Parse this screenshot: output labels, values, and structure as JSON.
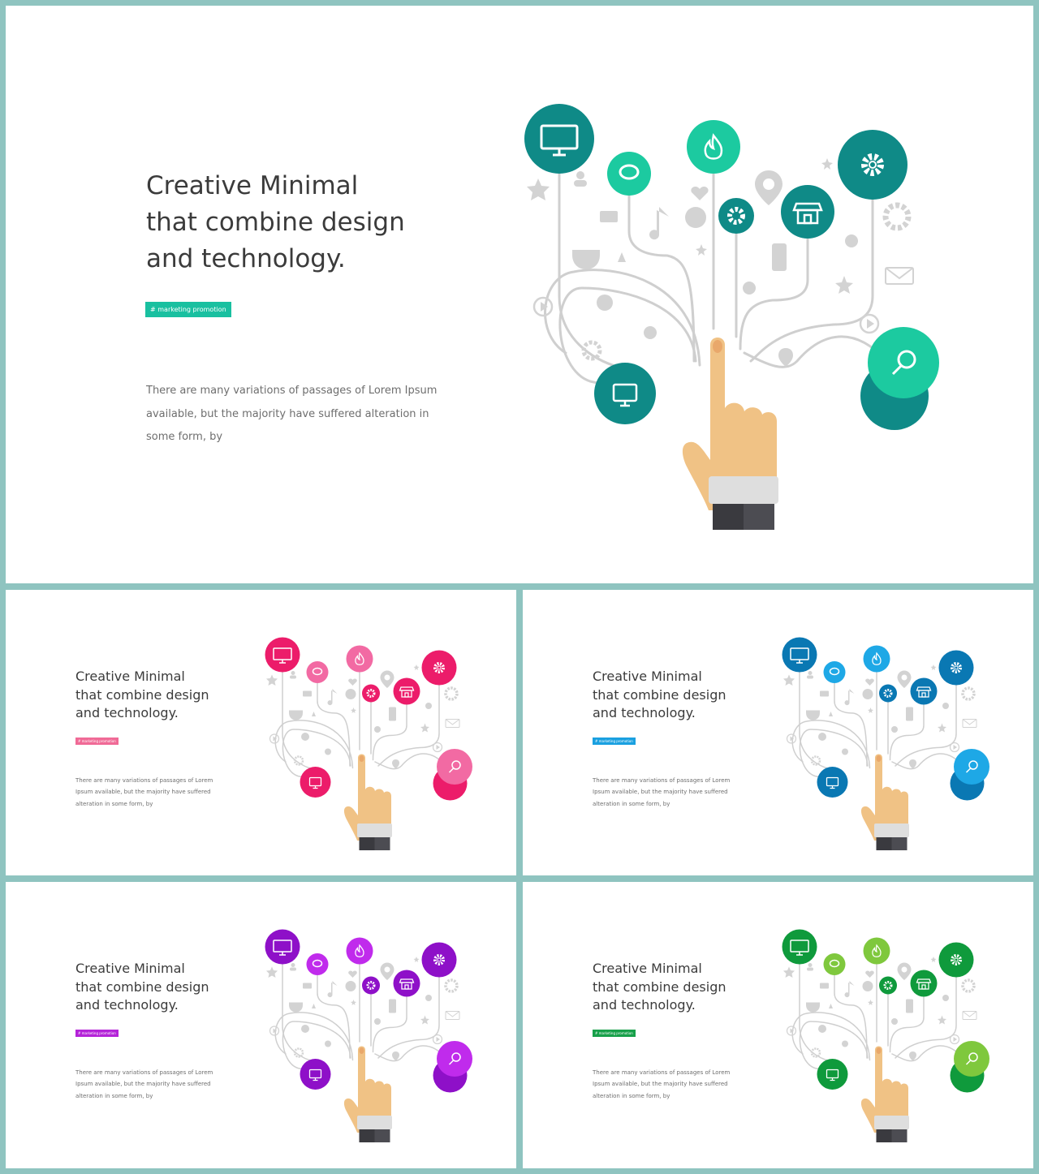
{
  "slides": [
    {
      "id": "slide-main",
      "title": "Creative Minimal\nthat combine design\nand technology.",
      "tag": "# marketing  promotion",
      "body": "There are many variations of passages of Lorem Ipsum available, but the majority have suffered alteration in some form, by",
      "colors": {
        "primary": "#0f8a87",
        "secondary": "#1ccaa0",
        "tag": "#19c0a0"
      }
    },
    {
      "id": "slide-pink",
      "title": "Creative Minimal\nthat combine design\nand technology.",
      "tag": "# marketing  promotion",
      "body": "There are many variations of passages of Lorem Ipsum available, but the majority have suffered alteration in some form, by",
      "colors": {
        "primary": "#ec1c6a",
        "secondary": "#f26aa3",
        "tag": "#f06a96"
      }
    },
    {
      "id": "slide-blue",
      "title": "Creative Minimal\nthat combine design\nand technology.",
      "tag": "# marketing  promotion",
      "body": "There are many variations of passages of Lorem Ipsum available, but the majority have suffered alteration in some form, by",
      "colors": {
        "primary": "#0a78b3",
        "secondary": "#1ea8e6",
        "tag": "#1aa0e0"
      }
    },
    {
      "id": "slide-purple",
      "title": "Creative Minimal\nthat combine design\nand technology.",
      "tag": "# marketing  promotion",
      "body": "There are many variations of passages of Lorem Ipsum available, but the majority have suffered alteration in some form, by",
      "colors": {
        "primary": "#8e10c8",
        "secondary": "#c02bec",
        "tag": "#b423d8"
      }
    },
    {
      "id": "slide-green",
      "title": "Creative Minimal\nthat combine design\nand technology.",
      "tag": "# marketing  promotion",
      "body": "There are many variations of passages of Lorem Ipsum available, but the majority have suffered alteration in some form, by",
      "colors": {
        "primary": "#0f9a3c",
        "secondary": "#7fc83d",
        "tag": "#17a04a"
      }
    }
  ],
  "icons": [
    "monitor-icon",
    "chat-bubble-icon",
    "flame-icon",
    "gear-icon",
    "store-icon",
    "search-icon",
    "pointing-hand-icon"
  ],
  "ui_colors": {
    "frame": "#8fc4c0",
    "slide_bg": "#ffffff",
    "line_gray": "#cfcfcf",
    "skin": "#f0c285",
    "cuff": "#dedede",
    "sleeve": "#3a3a3f"
  }
}
